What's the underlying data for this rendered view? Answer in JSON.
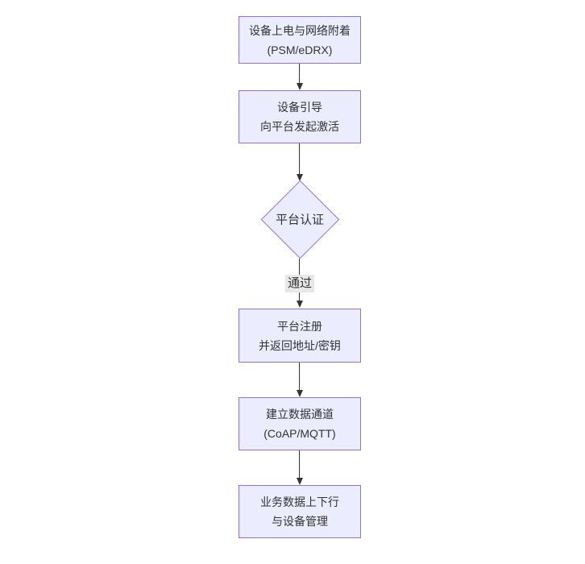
{
  "diagram": {
    "type": "flowchart",
    "direction": "top-down",
    "colors": {
      "background": "#ffffff",
      "node_fill": "#ECECFF",
      "node_border": "#9370DB",
      "text_color": "#333333",
      "arrow_color": "#333333",
      "edge_label_bg": "#e8e8e8"
    },
    "nodes": [
      {
        "id": "power-attach",
        "shape": "rect",
        "line1": "设备上电与网络附着",
        "line2": "(PSM/eDRX)"
      },
      {
        "id": "bootstrap",
        "shape": "rect",
        "line1": "设备引导",
        "line2": "向平台发起激活"
      },
      {
        "id": "platform-auth",
        "shape": "diamond",
        "label": "平台认证"
      },
      {
        "id": "register",
        "shape": "rect",
        "line1": "平台注册",
        "line2": "并返回地址/密钥"
      },
      {
        "id": "data-channel",
        "shape": "rect",
        "line1": "建立数据通道",
        "line2": "(CoAP/MQTT)"
      },
      {
        "id": "business",
        "shape": "rect",
        "line1": "业务数据上下行",
        "line2": "与设备管理"
      }
    ],
    "edges": [
      {
        "from": "power-attach",
        "to": "bootstrap",
        "label": ""
      },
      {
        "from": "bootstrap",
        "to": "platform-auth",
        "label": ""
      },
      {
        "from": "platform-auth",
        "to": "register",
        "label": "通过"
      },
      {
        "from": "register",
        "to": "data-channel",
        "label": ""
      },
      {
        "from": "data-channel",
        "to": "business",
        "label": ""
      }
    ]
  }
}
